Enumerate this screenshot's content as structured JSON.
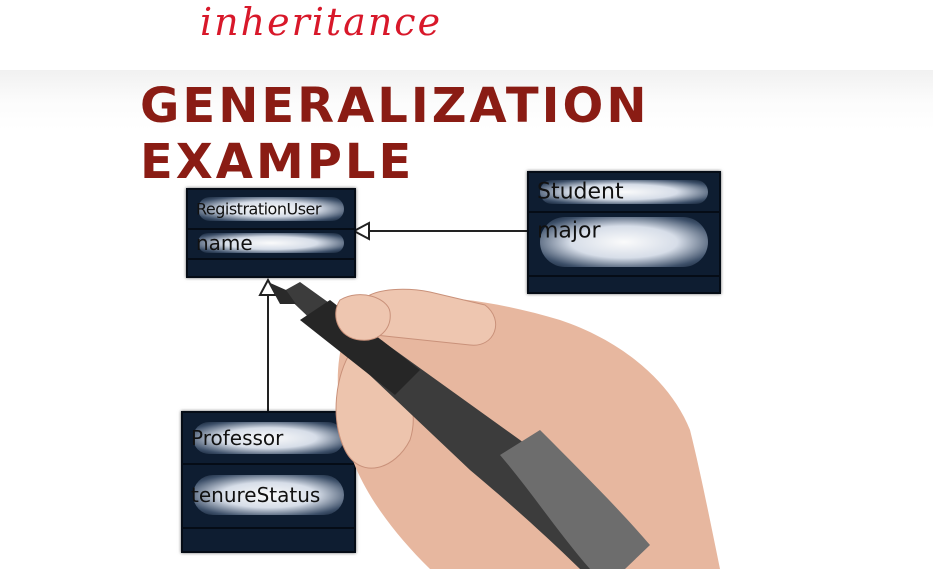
{
  "annotation": "inheritance",
  "title": "GENERALIZATION EXAMPLE",
  "classes": {
    "registered_user": {
      "name": "RegistrationUser",
      "attribute": "name"
    },
    "student": {
      "name": "Student",
      "attribute": "major"
    },
    "professor": {
      "name": "Professor",
      "attribute": "tenureStatus"
    }
  },
  "colors": {
    "title": "#8a1c14",
    "annotation": "#d8182a",
    "box": "#0e1d31",
    "line": "#222222"
  }
}
